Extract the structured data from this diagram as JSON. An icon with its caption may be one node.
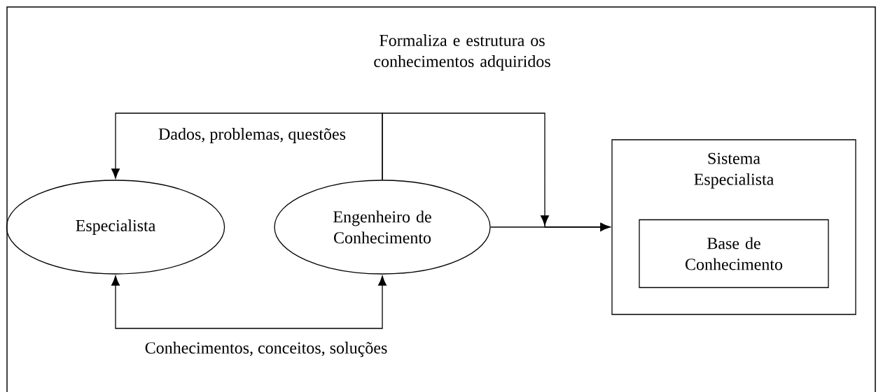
{
  "diagram": {
    "nodes": [
      {
        "text": [
          "Especialista"
        ]
      },
      {
        "text": [
          "Engenheiro de Conhecimento"
        ]
      },
      {
        "text": [
          "Sistema Especialista"
        ]
      },
      {
        "text": [
          "Base de Conhecimento"
        ],
        "in": 2
      }
    ],
    "edges": [
      {
        "from": 1,
        "to": 0,
        "arrow": "to",
        "label": "Dados, problemas, questões"
      },
      {
        "from": 1,
        "to": 2,
        "arrow": "to"
      },
      {
        "from": 1,
        "to": 2,
        "arrow": "to"
      },
      {
        "from": 0,
        "to": 1,
        "arrow": "both",
        "label": "Conhecimentos, conceitos, soluções"
      }
    ],
    "labels": [
      "Formaliza e estrutura os conhecimentos adquiridos"
    ]
  }
}
